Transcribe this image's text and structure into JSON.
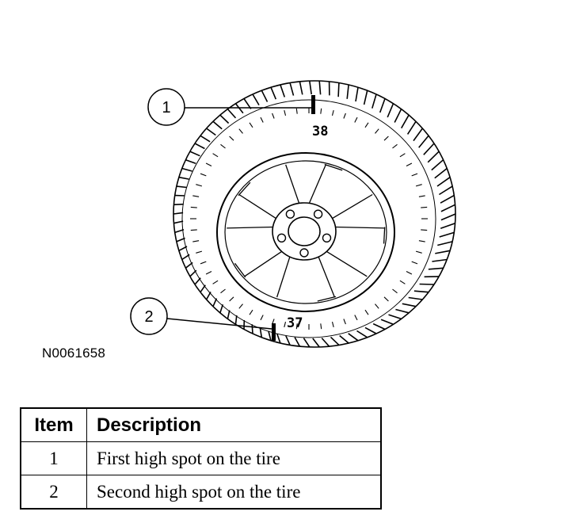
{
  "figure": {
    "callouts": [
      {
        "number": "1",
        "mark_label": "38"
      },
      {
        "number": "2",
        "mark_label": "37"
      }
    ],
    "figure_id": "N0061658"
  },
  "legend_table": {
    "headers": {
      "item": "Item",
      "description": "Description"
    },
    "rows": [
      {
        "item": "1",
        "description": "First high spot on the tire"
      },
      {
        "item": "2",
        "description": "Second high spot on the tire"
      }
    ]
  }
}
